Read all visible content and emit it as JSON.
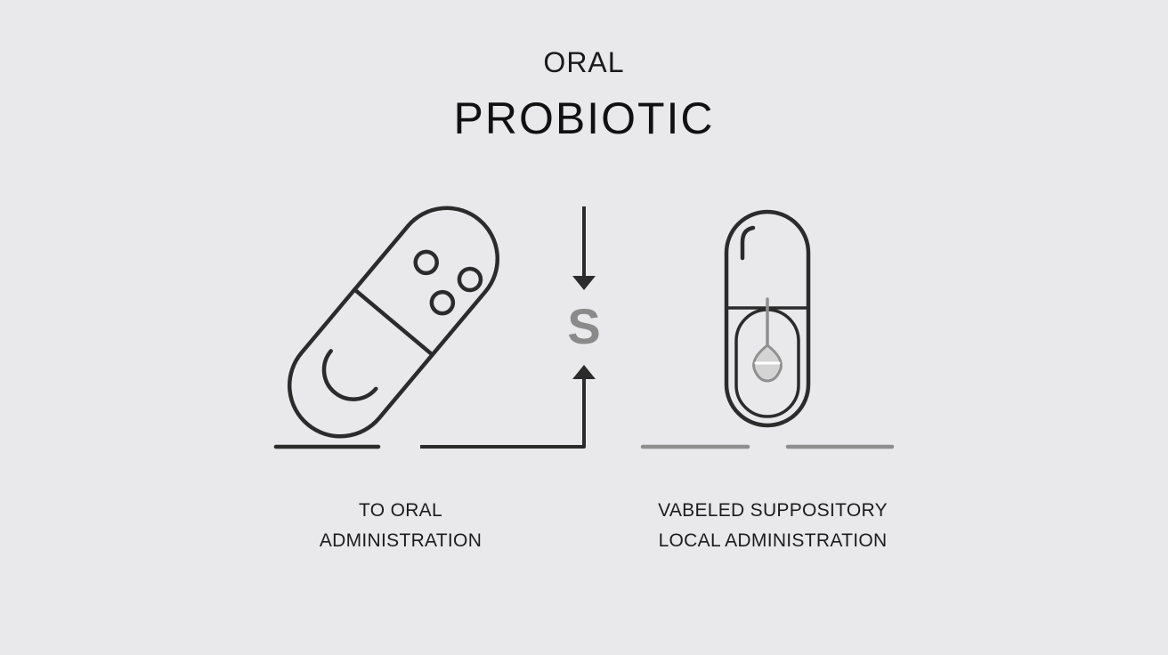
{
  "header": {
    "subtitle": "ORAL",
    "title": "PROBIOTIC"
  },
  "center": {
    "symbol": "S"
  },
  "labels": {
    "left": [
      "TO ORAL",
      "ADMINISTRATION"
    ],
    "right": [
      "VABELED SUPPOSITORY",
      "LOCAL ADMINISTRATION"
    ]
  },
  "icons": {
    "left": "oral-capsule-icon",
    "right": "suppository-capsule-icon",
    "center": "converging-arrows-icon"
  },
  "colors": {
    "background": "#e9e9eb",
    "stroke": "#2b2b2b",
    "muted": "#8f8f8f",
    "symbol": "#8a8a8a"
  }
}
